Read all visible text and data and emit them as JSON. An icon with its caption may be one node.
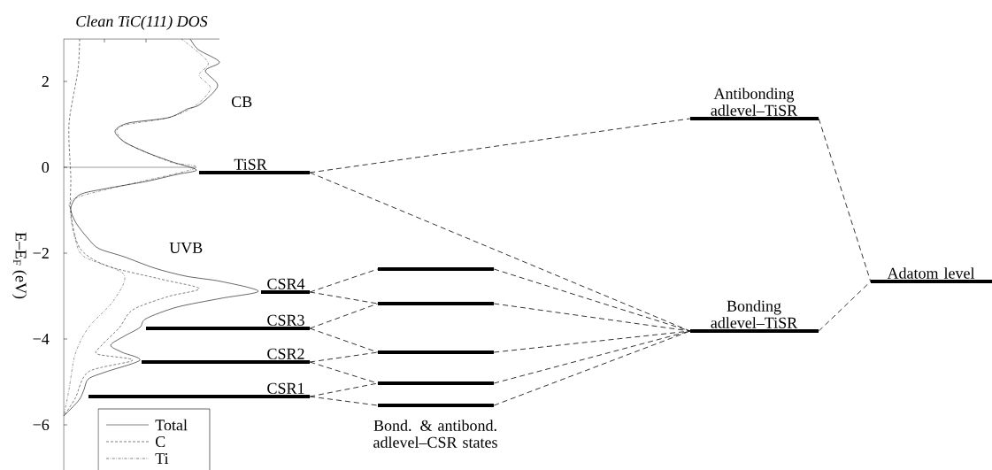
{
  "diagram": {
    "title": "Clean TiC(111) DOS",
    "nodes": [
      {
        "text": [
          "TiSR"
        ]
      },
      {
        "text": [
          "CSR4"
        ]
      },
      {
        "text": [
          "CSR3"
        ]
      },
      {
        "text": [
          "CSR2"
        ]
      },
      {
        "text": [
          "CSR1"
        ]
      },
      {
        "text": [],
        "shape": "bar"
      },
      {
        "text": [],
        "shape": "bar"
      },
      {
        "text": [],
        "shape": "bar"
      },
      {
        "text": [],
        "shape": "bar"
      },
      {
        "text": [],
        "shape": "bar"
      },
      {
        "text": [
          "Antibonding adlevel–TiSR"
        ]
      },
      {
        "text": [
          "Bonding adlevel–TiSR"
        ]
      },
      {
        "text": [
          "Adatom level"
        ]
      }
    ],
    "edges": [
      {
        "from": 0,
        "to": 10,
        "arrow": "none",
        "style": "dashed"
      },
      {
        "from": 0,
        "to": 11,
        "arrow": "none",
        "style": "dashed"
      },
      {
        "from": 1,
        "to": 5,
        "arrow": "none",
        "style": "dashed"
      },
      {
        "from": 1,
        "to": 6,
        "arrow": "none",
        "style": "dashed"
      },
      {
        "from": 2,
        "to": 6,
        "arrow": "none",
        "style": "dashed"
      },
      {
        "from": 2,
        "to": 7,
        "arrow": "none",
        "style": "dashed"
      },
      {
        "from": 3,
        "to": 7,
        "arrow": "none",
        "style": "dashed"
      },
      {
        "from": 3,
        "to": 8,
        "arrow": "none",
        "style": "dashed"
      },
      {
        "from": 4,
        "to": 8,
        "arrow": "none",
        "style": "dashed"
      },
      {
        "from": 4,
        "to": 9,
        "arrow": "none",
        "style": "dashed"
      },
      {
        "from": 5,
        "to": 11,
        "arrow": "none",
        "style": "dashed"
      },
      {
        "from": 6,
        "to": 11,
        "arrow": "none",
        "style": "dashed"
      },
      {
        "from": 7,
        "to": 11,
        "arrow": "none",
        "style": "dashed"
      },
      {
        "from": 8,
        "to": 11,
        "arrow": "none",
        "style": "dashed"
      },
      {
        "from": 9,
        "to": 11,
        "arrow": "none",
        "style": "dashed"
      },
      {
        "from": 10,
        "to": 12,
        "arrow": "none",
        "style": "dashed"
      },
      {
        "from": 11,
        "to": 12,
        "arrow": "none",
        "style": "dashed"
      }
    ],
    "labels": [
      "CB",
      "UVB",
      "Bond. & antibond. adlevel–CSR states",
      "2",
      "0",
      "−2",
      "−4",
      "−6",
      "E–E$_{F}$ (eV)"
    ],
    "legend": [
      {
        "text": "Total"
      },
      {
        "text": "C"
      },
      {
        "text": "Ti"
      }
    ]
  }
}
